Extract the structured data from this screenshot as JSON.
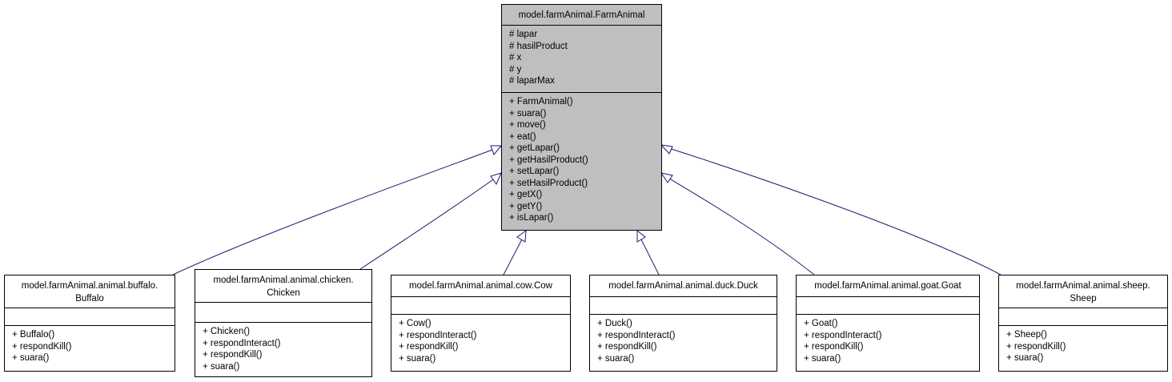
{
  "base": {
    "title": "model.farmAnimal.FarmAnimal",
    "attributes": [
      "# lapar",
      "# hasilProduct",
      "# x",
      "# y",
      "# laparMax"
    ],
    "methods": [
      "+ FarmAnimal()",
      "+ suara()",
      "+ move()",
      "+ eat()",
      "+ getLapar()",
      "+ getHasilProduct()",
      "+ setLapar()",
      "+ setHasilProduct()",
      "+ getX()",
      "+ getY()",
      "+ isLapar()"
    ]
  },
  "subclasses": [
    {
      "id": "buffalo",
      "title_lines": [
        "model.farmAnimal.animal.buffalo.",
        "Buffalo"
      ],
      "methods": [
        "+ Buffalo()",
        "+ respondKill()",
        "+ suara()"
      ]
    },
    {
      "id": "chicken",
      "title_lines": [
        "model.farmAnimal.animal.chicken.",
        "Chicken"
      ],
      "methods": [
        "+ Chicken()",
        "+ respondInteract()",
        "+ respondKill()",
        "+ suara()"
      ]
    },
    {
      "id": "cow",
      "title_lines": [
        "model.farmAnimal.animal.cow.Cow"
      ],
      "methods": [
        "+ Cow()",
        "+ respondInteract()",
        "+ respondKill()",
        "+ suara()"
      ]
    },
    {
      "id": "duck",
      "title_lines": [
        "model.farmAnimal.animal.duck.Duck"
      ],
      "methods": [
        "+ Duck()",
        "+ respondInteract()",
        "+ respondKill()",
        "+ suara()"
      ]
    },
    {
      "id": "goat",
      "title_lines": [
        "model.farmAnimal.animal.goat.Goat"
      ],
      "methods": [
        "+ Goat()",
        "+ respondInteract()",
        "+ respondKill()",
        "+ suara()"
      ]
    },
    {
      "id": "sheep",
      "title_lines": [
        "model.farmAnimal.animal.sheep.",
        "Sheep"
      ],
      "methods": [
        "+ Sheep()",
        "+ respondKill()",
        "+ suara()"
      ]
    }
  ],
  "colors": {
    "edge": "#191970",
    "base_fill": "#bfbfbf",
    "box_fill": "#ffffff"
  }
}
